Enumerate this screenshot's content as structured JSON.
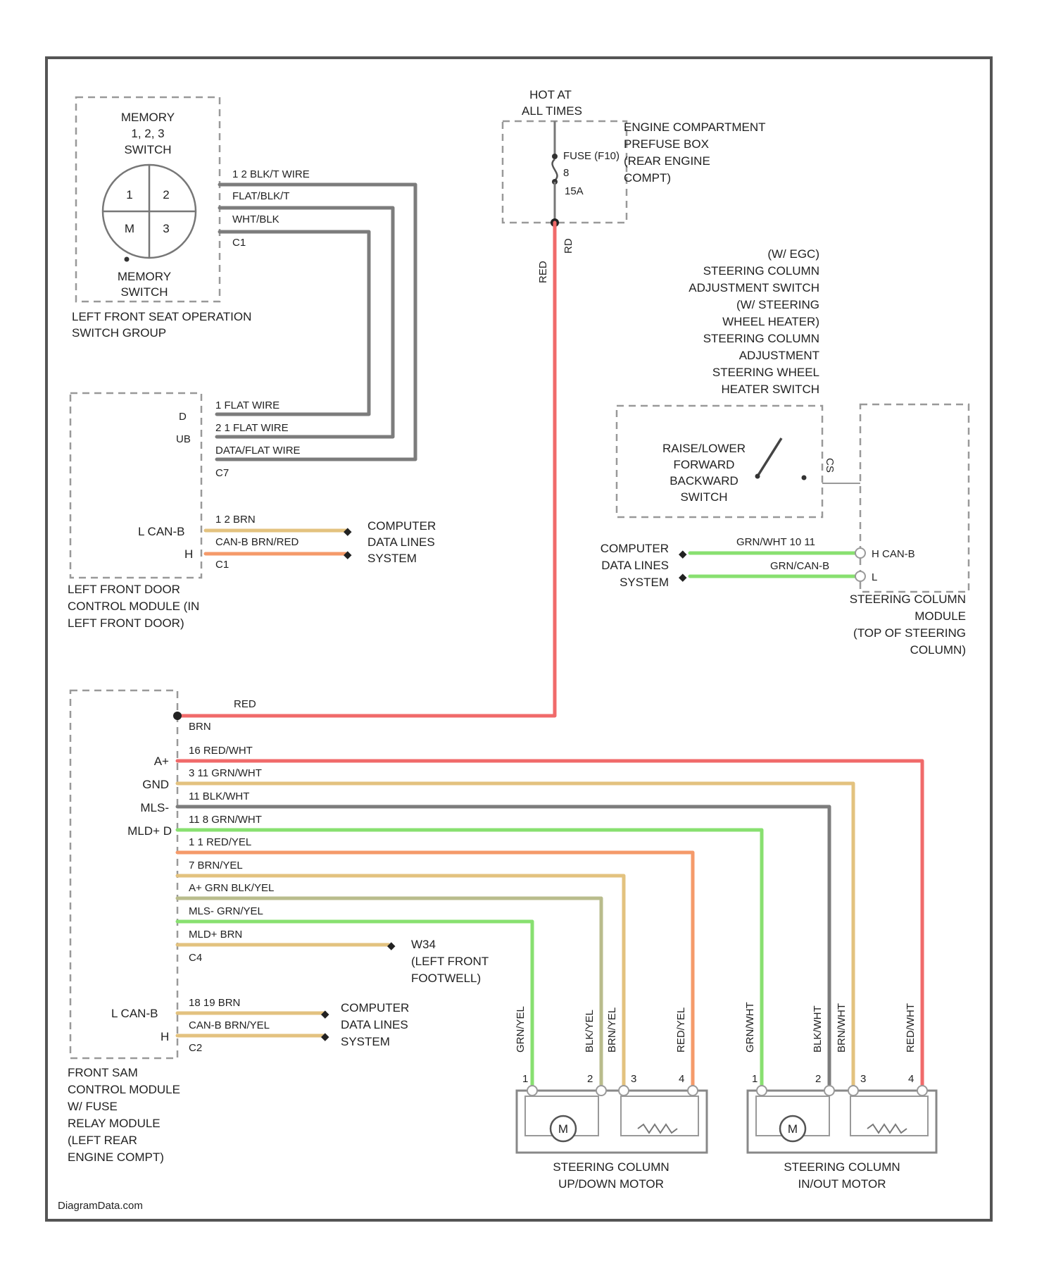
{
  "colors": {
    "red": "#f06a6a",
    "gray": "#7c7c7c",
    "green": "#88e070",
    "tan": "#e3c27f",
    "orange": "#f59a6a",
    "olive": "#b9bc8c",
    "frame": "#555555"
  },
  "memory_switch": {
    "title_l1": "MEMORY",
    "title_l2": "1, 2, 3",
    "title_l3": "SWITCH",
    "btn_1": "1",
    "btn_2": "2",
    "btn_m": "M",
    "btn_3": "3",
    "sub_l1": "MEMORY",
    "sub_l2": "SWITCH",
    "group_l1": "LEFT FRONT SEAT OPERATION",
    "group_l2": "SWITCH GROUP",
    "wires": [
      "1  2   BLK/T WIRE",
      "FLAT/BLK/T",
      "WHT/BLK",
      "C1"
    ]
  },
  "fuse_box": {
    "hot_l1": "HOT AT",
    "hot_l2": "ALL TIMES",
    "fuse_l1": "FUSE (F10)",
    "fuse_l2": "8",
    "fuse_l3": "15A",
    "name_l1": "ENGINE COMPARTMENT",
    "name_l2": "PREFUSE BOX",
    "name_l3": "(REAR ENGINE",
    "name_l4": "COMPT)",
    "wire_tag_1": "RED",
    "wire_tag_2": "RD"
  },
  "door_module": {
    "pins": [
      "D",
      "UB"
    ],
    "wires": [
      "1   FLAT WIRE",
      "2 1   FLAT WIRE",
      "DATA/FLAT WIRE",
      "C7"
    ],
    "can_label": "L CAN-B",
    "can_h": "H",
    "can_wires": [
      "1 2      BRN",
      "CAN-B BRN/RED",
      "C1"
    ],
    "dest_l1": "COMPUTER",
    "dest_l2": "DATA LINES",
    "dest_l3": "SYSTEM",
    "name_l1": "LEFT FRONT DOOR",
    "name_l2": "CONTROL MODULE (IN",
    "name_l3": "LEFT FRONT DOOR)"
  },
  "steering_switch": {
    "opt_lines": [
      "(W/ EGC)",
      "STEERING COLUMN",
      "ADJUSTMENT SWITCH",
      "(W/ STEERING",
      "WHEEL HEATER)",
      "STEERING COLUMN",
      "ADJUSTMENT",
      "STEERING WHEEL",
      "HEATER SWITCH"
    ],
    "sw_lines": [
      "RAISE/LOWER",
      "FORWARD",
      "BACKWARD",
      "SWITCH"
    ],
    "pin_tag": "CS",
    "wires": [
      "GRN/WHT    10 11",
      "GRN/CAN-B"
    ],
    "can_h": "H CAN-B",
    "can_l": "L",
    "dest_l1": "COMPUTER",
    "dest_l2": "DATA LINES",
    "dest_l3": "SYSTEM",
    "module_l1": "STEERING COLUMN",
    "module_l2": "MODULE",
    "module_l3": "(TOP OF STEERING",
    "module_l4": "COLUMN)"
  },
  "front_sam": {
    "red_label": "RED",
    "brn_label": "BRN",
    "pins": [
      "A+",
      "GND",
      "MLS-",
      "MLD+ D"
    ],
    "wire_labels": [
      "16      RED/WHT",
      "3 11    GRN/WHT",
      "11      BLK/WHT",
      "11 8    GRN/WHT",
      "1 1     RED/YEL",
      "7       BRN/YEL",
      "A+ GRN  BLK/YEL",
      "MLS-    GRN/YEL",
      "MLD+    BRN",
      "C4"
    ],
    "ground_l1": "W34",
    "ground_l2": "(LEFT FRONT",
    "ground_l3": "FOOTWELL)",
    "can_label": "L CAN-B",
    "can_h": "H",
    "can_wires": [
      "18 19   BRN",
      "CAN-B BRN/YEL",
      "C2"
    ],
    "dest_l1": "COMPUTER",
    "dest_l2": "DATA LINES",
    "dest_l3": "SYSTEM",
    "name_l1": "FRONT SAM",
    "name_l2": "CONTROL MODULE",
    "name_l3": "W/ FUSE",
    "name_l4": "RELAY MODULE",
    "name_l5": "(LEFT REAR",
    "name_l6": "ENGINE COMPT)"
  },
  "motors": {
    "up_tags": [
      "GRN/YEL",
      "BLK/YEL",
      "BRN/YEL",
      "RED/YEL"
    ],
    "in_tags": [
      "GRN/WHT",
      "BLK/WHT",
      "BRN/WHT",
      "RED/WHT"
    ],
    "up_pins": [
      "1",
      "2",
      "3",
      "4"
    ],
    "in_pins": [
      "1",
      "2",
      "3",
      "4"
    ],
    "motor_symbol": "M",
    "up_l1": "STEERING COLUMN",
    "up_l2": "UP/DOWN MOTOR",
    "in_l1": "STEERING COLUMN",
    "in_l2": "IN/OUT MOTOR"
  },
  "watermark": "DiagramData.com"
}
